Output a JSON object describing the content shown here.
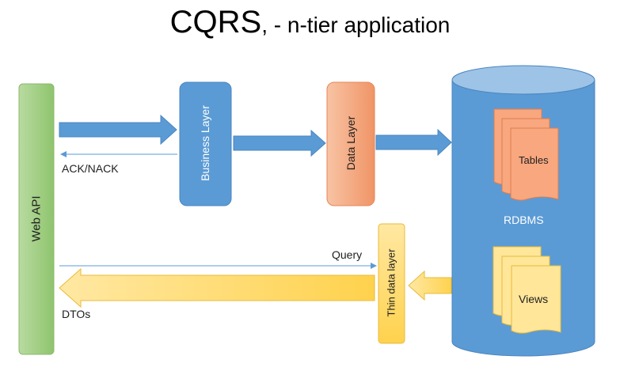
{
  "title": {
    "main": "CQRS",
    "suffix": ", - n-tier application"
  },
  "nodes": {
    "web_api": "Web API",
    "business_layer": "Business Layer",
    "data_layer": "Data Layer",
    "thin_data_layer": "Thin data layer",
    "rdbms": "RDBMS",
    "tables": "Tables",
    "views": "Views"
  },
  "edges": {
    "ack_nack": "ACK/NACK",
    "query": "Query",
    "dtos": "DTOs"
  },
  "colors": {
    "web_api": "#a9d18e",
    "business_layer": "#5b9bd5",
    "data_layer": "#f4b183",
    "thin_data_layer": "#ffd966",
    "rdbms": "#5b9bd5",
    "rdbms_top": "#9dc3e6",
    "tables": "#f8a77f",
    "views": "#ffe699",
    "arrow_blue": "#5b9bd5",
    "arrow_yellow": "#ffd966"
  }
}
